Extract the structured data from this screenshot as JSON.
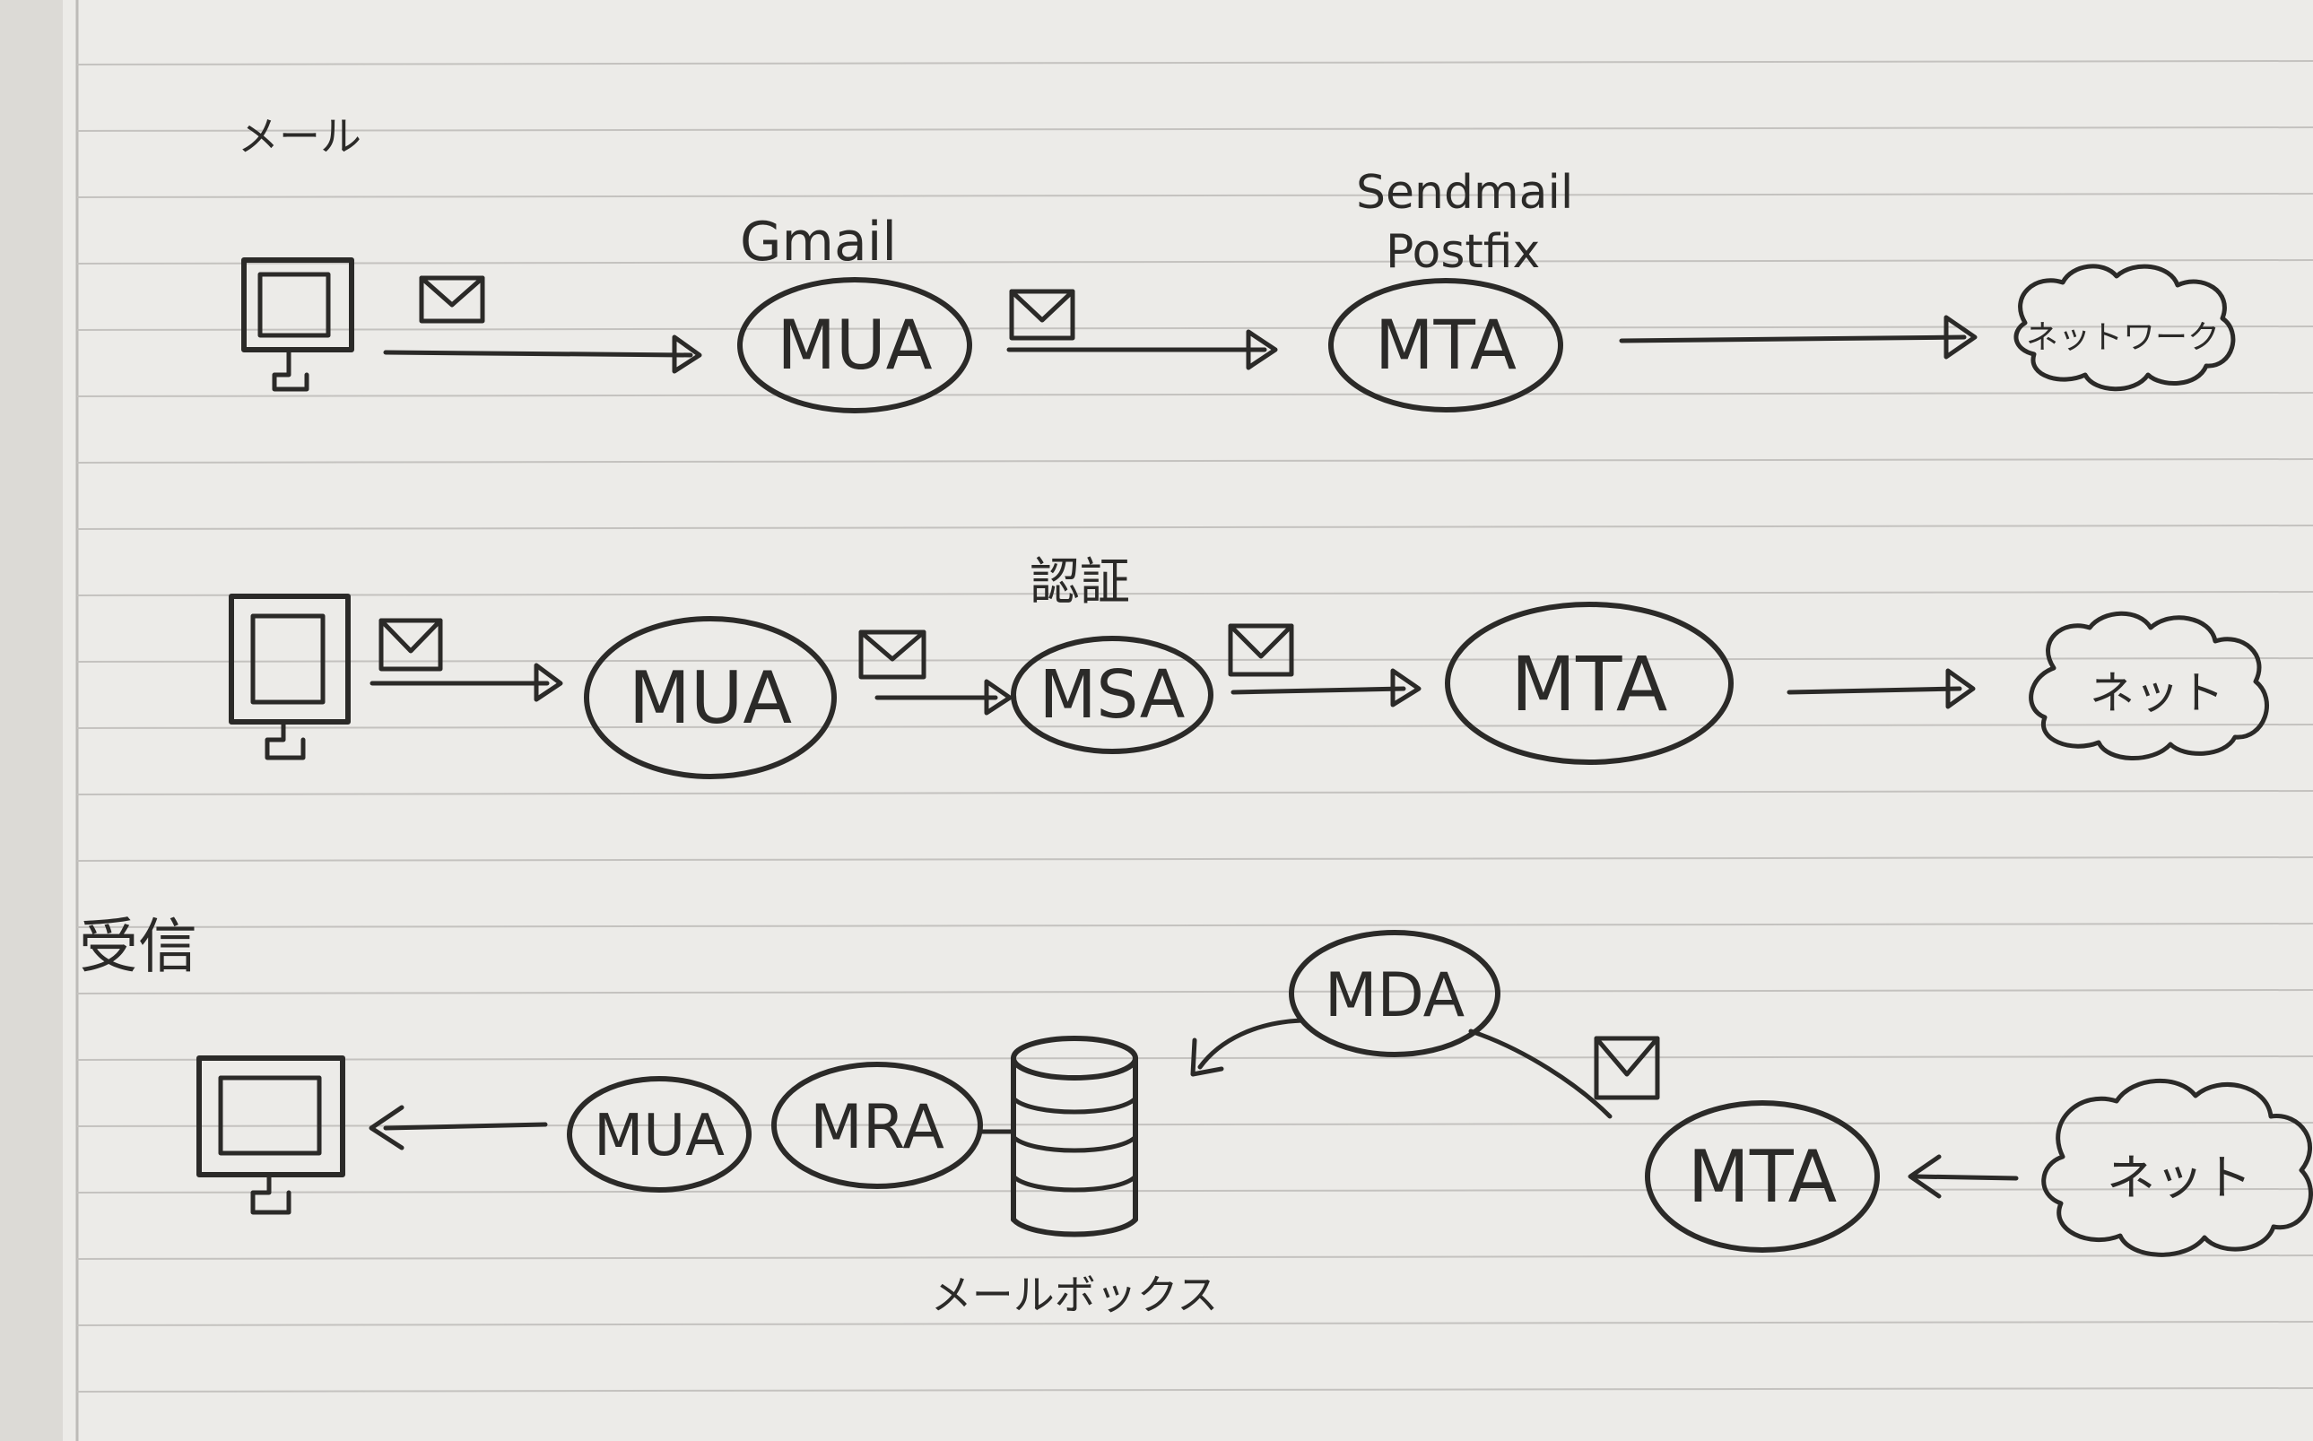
{
  "colors": {
    "paper": "#ecebe8",
    "rule": "#c4c2bf",
    "margin": "#bdbbb8",
    "ink": "#2b2a28"
  },
  "sections": {
    "mail_title": "メール",
    "receive_title": "受信"
  },
  "row1": {
    "mua": "MUA",
    "mua_note": "Gmail",
    "mta": "MTA",
    "mta_note_1": "Sendmail",
    "mta_note_2": "Postfix",
    "network": "ネットワーク"
  },
  "row2": {
    "mua": "MUA",
    "msa": "MSA",
    "msa_note": "認証",
    "mta": "MTA",
    "network": "ネット"
  },
  "row3": {
    "mua": "MUA",
    "mra": "MRA",
    "mda": "MDA",
    "mta": "MTA",
    "network": "ネット",
    "mailbox": "メールボックス"
  },
  "icons": [
    "computer-icon",
    "envelope-icon",
    "database-icon",
    "cloud-icon",
    "arrow-icon"
  ]
}
